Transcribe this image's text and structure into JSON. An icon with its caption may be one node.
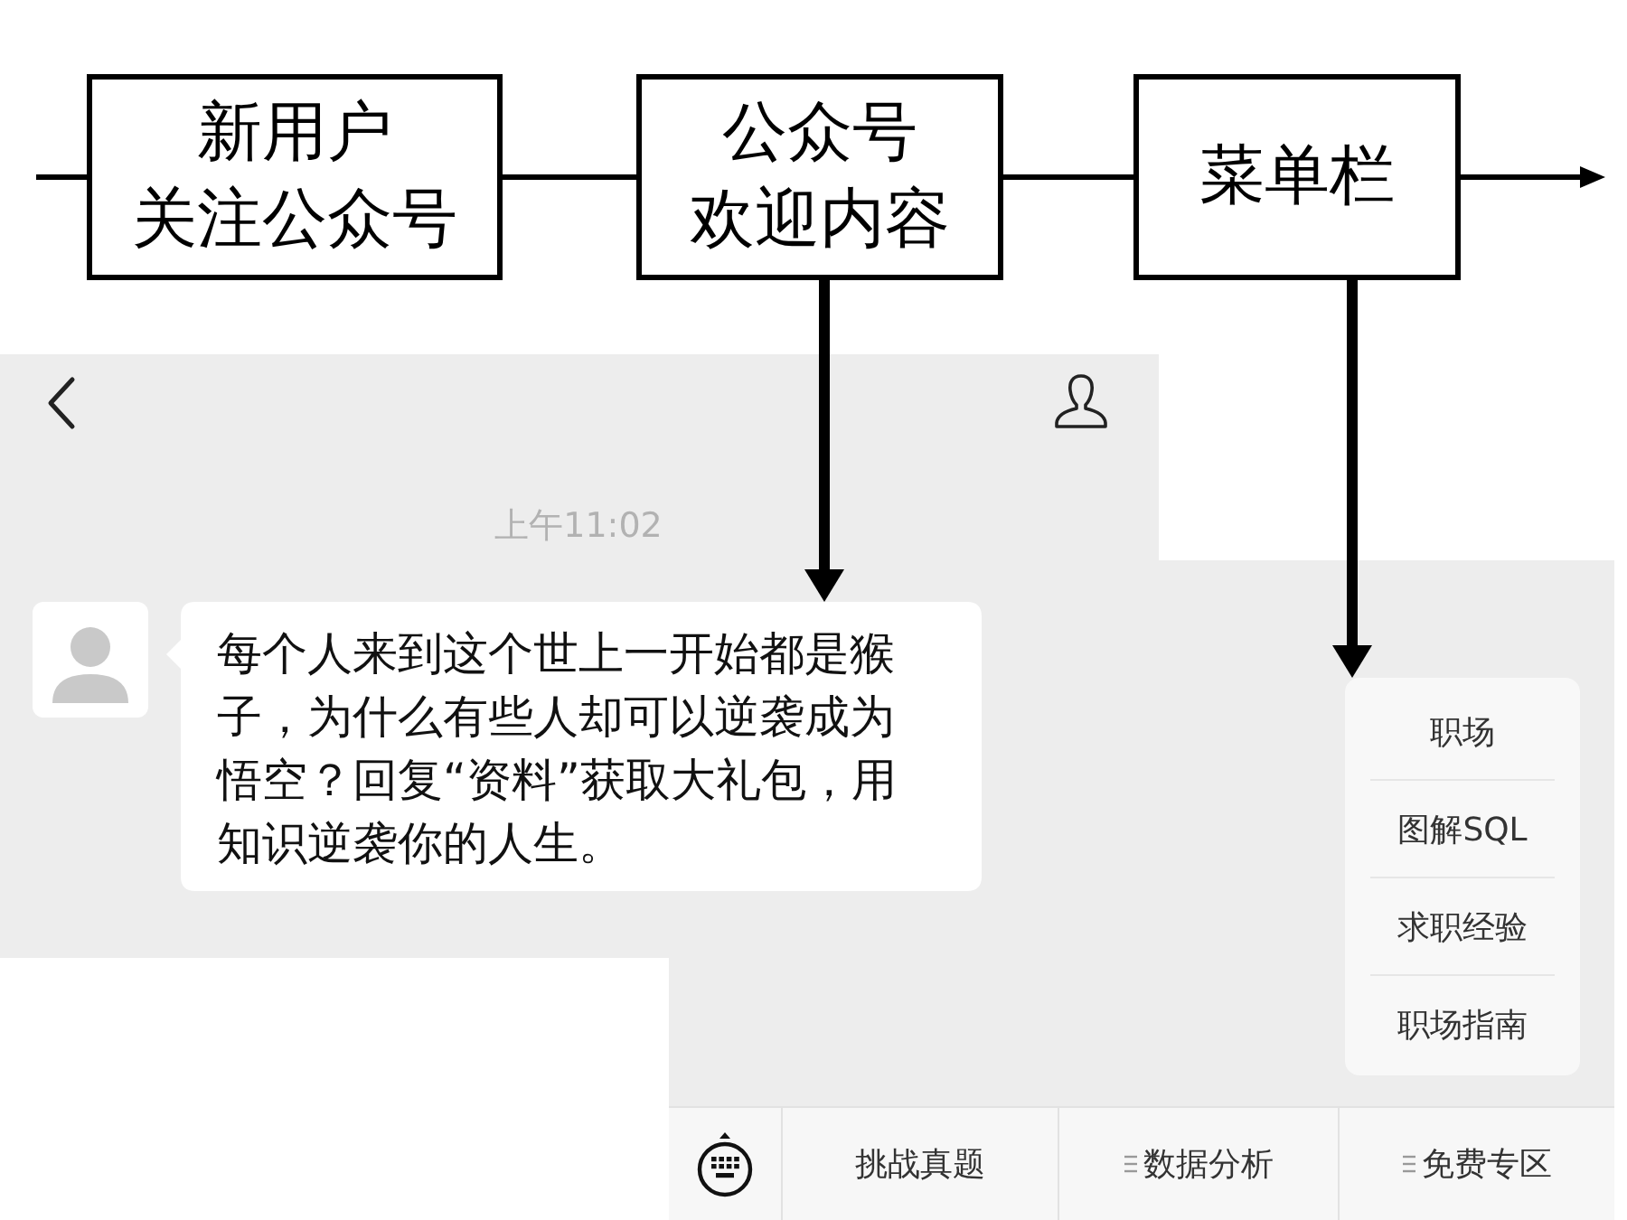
{
  "diagram": {
    "nodes": [
      {
        "text": [
          "新用户关注公众号"
        ]
      },
      {
        "text": [
          "公众号欢迎内容"
        ]
      },
      {
        "text": [
          "菜单栏"
        ]
      },
      {
        "text": [
          "每个人来到这个世上一开始都是猴子，为什么有些人却可以逆袭成为悟空？回复“资料”获取大礼包，用知识逆袭你的人生。"
        ]
      },
      {
        "text": [
          "职场",
          "图解SQL",
          "求职经验",
          "职场指南"
        ]
      }
    ],
    "edges": [
      {
        "from": null,
        "to": 0,
        "arrow": "none"
      },
      {
        "from": 0,
        "to": 1,
        "arrow": "none"
      },
      {
        "from": 1,
        "to": 2,
        "arrow": "none"
      },
      {
        "from": 2,
        "to": null,
        "arrow": "to"
      },
      {
        "from": 1,
        "to": 3,
        "arrow": "to",
        "style": "thick"
      },
      {
        "from": 2,
        "to": 4,
        "arrow": "to",
        "style": "thick"
      }
    ],
    "labels": [
      "上午11:02",
      "挑战真题",
      "数据分析",
      "免费专区"
    ]
  }
}
